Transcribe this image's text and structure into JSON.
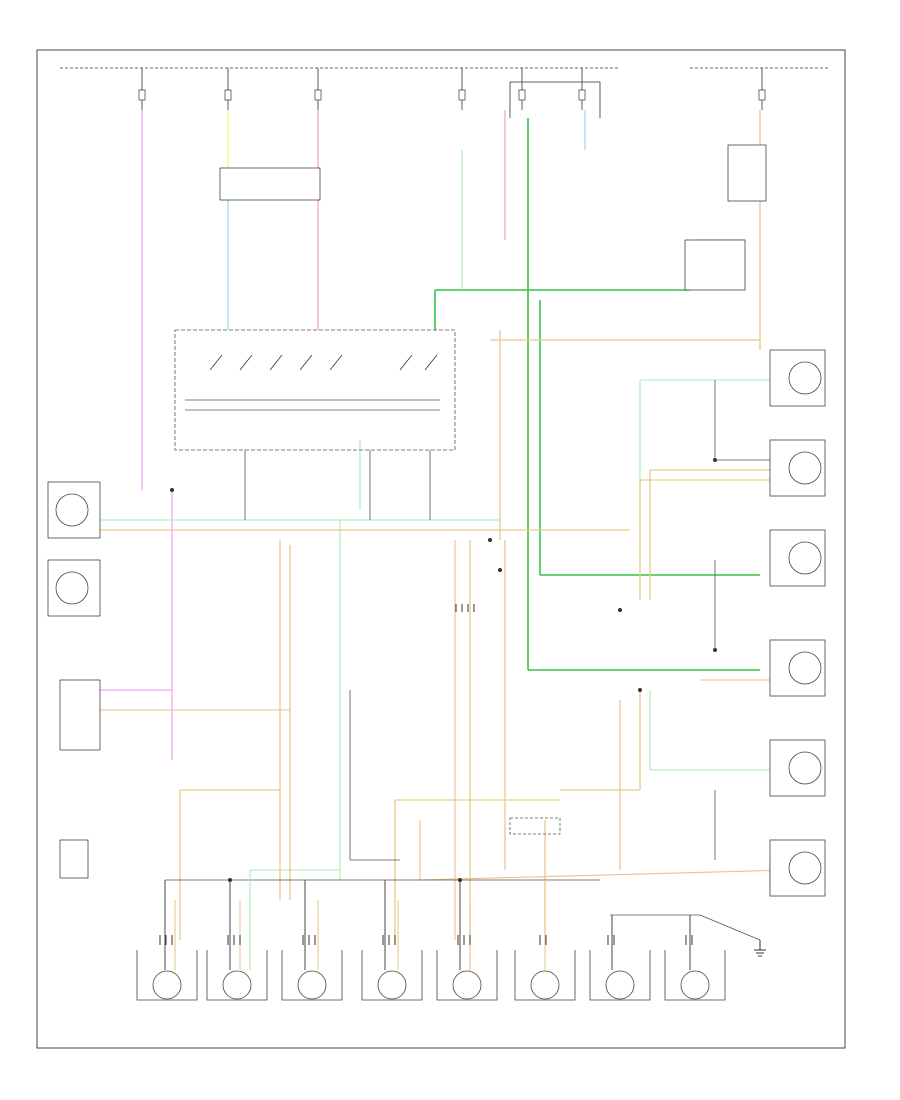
{
  "page": {
    "number": ""
  },
  "wire_colors": {
    "pink": "#f2a0f0",
    "yellow": "#f3f37a",
    "red": "#f5a3a3",
    "light_green": "#a8ecb0",
    "green": "#38c24a",
    "cyan": "#8fd8f2",
    "tan": "#e8c98a",
    "orange": "#f3bd8c",
    "gray": "#555555",
    "black": "#222222"
  },
  "components": [
    {
      "id": "fuse-block-top",
      "label": ""
    },
    {
      "id": "headlamp-switch",
      "label": ""
    },
    {
      "id": "left-front-park-lamp",
      "label": ""
    },
    {
      "id": "right-front-park-lamp",
      "label": ""
    },
    {
      "id": "dash-light-switch",
      "label": ""
    },
    {
      "id": "hazard-module",
      "label": ""
    },
    {
      "id": "turn-flasher",
      "label": ""
    },
    {
      "id": "left-front-turn-lamp",
      "label": ""
    },
    {
      "id": "right-front-turn-lamp",
      "label": ""
    },
    {
      "id": "rear-lamps",
      "label": ""
    }
  ]
}
